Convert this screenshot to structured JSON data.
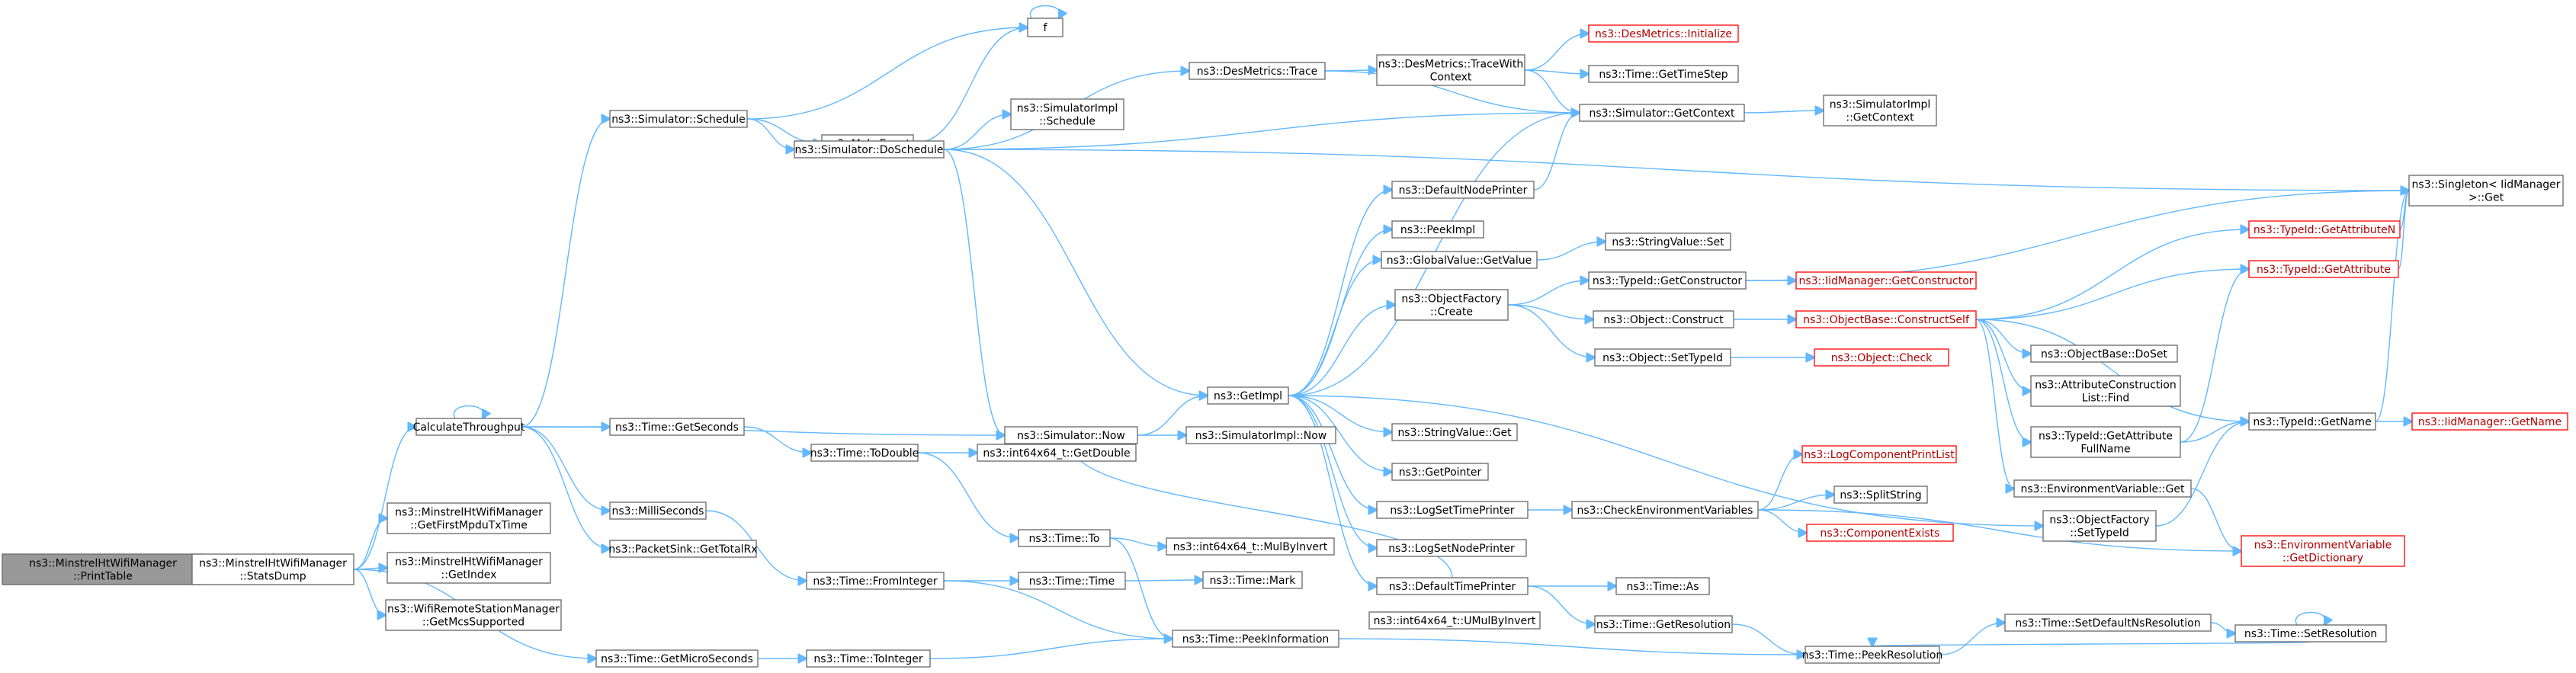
{
  "graph": {
    "nodes": [
      {
        "id": "PrintTable",
        "lines": [
          "ns3::MinstrelHtWifiManager",
          "::PrintTable"
        ],
        "root": true
      },
      {
        "id": "StatsDump",
        "lines": [
          "ns3::MinstrelHtWifiManager",
          "::StatsDump"
        ]
      },
      {
        "id": "CalcThroughput",
        "lines": [
          "CalculateThroughput"
        ]
      },
      {
        "id": "GetFirstMpdu",
        "lines": [
          "ns3::MinstrelHtWifiManager",
          "::GetFirstMpduTxTime"
        ]
      },
      {
        "id": "GetIndex",
        "lines": [
          "ns3::MinstrelHtWifiManager",
          "::GetIndex"
        ]
      },
      {
        "id": "GetMcsSupported",
        "lines": [
          "ns3::WifiRemoteStationManager",
          "::GetMcsSupported"
        ]
      },
      {
        "id": "GetMicroSeconds",
        "lines": [
          "ns3::Time::GetMicroSeconds"
        ]
      },
      {
        "id": "SimSchedule",
        "lines": [
          "ns3::Simulator::Schedule"
        ]
      },
      {
        "id": "TimeGetSeconds",
        "lines": [
          "ns3::Time::GetSeconds"
        ]
      },
      {
        "id": "MilliSeconds",
        "lines": [
          "ns3::MilliSeconds"
        ]
      },
      {
        "id": "GetTotalRx",
        "lines": [
          "ns3::PacketSink::GetTotalRx"
        ]
      },
      {
        "id": "ToInteger",
        "lines": [
          "ns3::Time::ToInteger"
        ]
      },
      {
        "id": "MakeEvent",
        "lines": [
          "ns3::MakeEvent"
        ]
      },
      {
        "id": "F",
        "lines": [
          "f"
        ]
      },
      {
        "id": "DoSchedule",
        "lines": [
          "ns3::Simulator::DoSchedule"
        ]
      },
      {
        "id": "ToDouble",
        "lines": [
          "ns3::Time::ToDouble"
        ]
      },
      {
        "id": "FromInteger",
        "lines": [
          "ns3::Time::FromInteger"
        ]
      },
      {
        "id": "SimNow",
        "lines": [
          "ns3::Simulator::Now"
        ]
      },
      {
        "id": "GetDouble",
        "lines": [
          "ns3::int64x64_t::GetDouble"
        ]
      },
      {
        "id": "TimeTo",
        "lines": [
          "ns3::Time::To"
        ]
      },
      {
        "id": "TimeTime",
        "lines": [
          "ns3::Time::Time"
        ]
      },
      {
        "id": "DesTrace",
        "lines": [
          "ns3::DesMetrics::Trace"
        ]
      },
      {
        "id": "ImplSchedule",
        "lines": [
          "ns3::SimulatorImpl",
          "::Schedule"
        ]
      },
      {
        "id": "GetImpl",
        "lines": [
          "ns3::GetImpl"
        ]
      },
      {
        "id": "ImplNow",
        "lines": [
          "ns3::SimulatorImpl::Now"
        ]
      },
      {
        "id": "MulByInvert",
        "lines": [
          "ns3::int64x64_t::MulByInvert"
        ]
      },
      {
        "id": "TimeMark",
        "lines": [
          "ns3::Time::Mark"
        ]
      },
      {
        "id": "UMulByInvert",
        "lines": [
          "ns3::int64x64_t::UMulByInvert"
        ]
      },
      {
        "id": "PeekInformation",
        "lines": [
          "ns3::Time::PeekInformation"
        ]
      },
      {
        "id": "TraceWithContext",
        "lines": [
          "ns3::DesMetrics::TraceWith",
          "Context"
        ]
      },
      {
        "id": "DefaultNodePrinter",
        "lines": [
          "ns3::DefaultNodePrinter"
        ]
      },
      {
        "id": "PeekImpl",
        "lines": [
          "ns3::PeekImpl"
        ]
      },
      {
        "id": "GlobalGetValue",
        "lines": [
          "ns3::GlobalValue::GetValue"
        ]
      },
      {
        "id": "ObjFactoryCreate",
        "lines": [
          "ns3::ObjectFactory",
          "::Create"
        ]
      },
      {
        "id": "StringValueGet",
        "lines": [
          "ns3::StringValue::Get"
        ]
      },
      {
        "id": "GetPointer",
        "lines": [
          "ns3::GetPointer"
        ]
      },
      {
        "id": "LogSetTimePrinter",
        "lines": [
          "ns3::LogSetTimePrinter"
        ]
      },
      {
        "id": "LogSetNodePrinter",
        "lines": [
          "ns3::LogSetNodePrinter"
        ]
      },
      {
        "id": "DefaultTimePrinter",
        "lines": [
          "ns3::DefaultTimePrinter"
        ]
      },
      {
        "id": "DesInitialize",
        "lines": [
          "ns3::DesMetrics::Initialize"
        ],
        "red": true
      },
      {
        "id": "GetTimeStep",
        "lines": [
          "ns3::Time::GetTimeStep"
        ]
      },
      {
        "id": "SimGetContext",
        "lines": [
          "ns3::Simulator::GetContext"
        ]
      },
      {
        "id": "StringValueSet",
        "lines": [
          "ns3::StringValue::Set"
        ]
      },
      {
        "id": "TypeIdGetConstructor",
        "lines": [
          "ns3::TypeId::GetConstructor"
        ]
      },
      {
        "id": "ObjectConstruct",
        "lines": [
          "ns3::Object::Construct"
        ]
      },
      {
        "id": "ObjectSetTypeId",
        "lines": [
          "ns3::Object::SetTypeId"
        ]
      },
      {
        "id": "CheckEnvVars",
        "lines": [
          "ns3::CheckEnvironmentVariables"
        ]
      },
      {
        "id": "TimeAs",
        "lines": [
          "ns3::Time::As"
        ]
      },
      {
        "id": "GetResolution",
        "lines": [
          "ns3::Time::GetResolution"
        ]
      },
      {
        "id": "PeekResolution",
        "lines": [
          "ns3::Time::PeekResolution"
        ]
      },
      {
        "id": "ImplGetContext",
        "lines": [
          "ns3::SimulatorImpl",
          "::GetContext"
        ]
      },
      {
        "id": "IidGetConstructor",
        "lines": [
          "ns3::IidManager::GetConstructor"
        ],
        "red": true
      },
      {
        "id": "ConstructSelf",
        "lines": [
          "ns3::ObjectBase::ConstructSelf"
        ],
        "red": true
      },
      {
        "id": "ObjectCheck",
        "lines": [
          "ns3::Object::Check"
        ],
        "red": true
      },
      {
        "id": "LogCompPrintList",
        "lines": [
          "ns3::LogComponentPrintList"
        ],
        "red": true
      },
      {
        "id": "SplitString",
        "lines": [
          "ns3::SplitString"
        ]
      },
      {
        "id": "ComponentExists",
        "lines": [
          "ns3::ComponentExists"
        ],
        "red": true
      },
      {
        "id": "SetDefaultNsRes",
        "lines": [
          "ns3::Time::SetDefaultNsResolution"
        ]
      },
      {
        "id": "ObjBaseDoSet",
        "lines": [
          "ns3::ObjectBase::DoSet"
        ]
      },
      {
        "id": "AttrConstrFind",
        "lines": [
          "ns3::AttributeConstruction",
          "List::Find"
        ]
      },
      {
        "id": "TypeIdGetAttrFullName",
        "lines": [
          "ns3::TypeId::GetAttribute",
          "FullName"
        ]
      },
      {
        "id": "EnvVarGet",
        "lines": [
          "ns3::EnvironmentVariable::Get"
        ]
      },
      {
        "id": "ObjFactorySetTypeId",
        "lines": [
          "ns3::ObjectFactory",
          "::SetTypeId"
        ]
      },
      {
        "id": "TypeIdGetName",
        "lines": [
          "ns3::TypeId::GetName"
        ]
      },
      {
        "id": "SetResolution",
        "lines": [
          "ns3::Time::SetResolution"
        ]
      },
      {
        "id": "TypeIdGetAttrN",
        "lines": [
          "ns3::TypeId::GetAttributeN"
        ],
        "red": true
      },
      {
        "id": "TypeIdGetAttr",
        "lines": [
          "ns3::TypeId::GetAttribute"
        ],
        "red": true
      },
      {
        "id": "EnvVarGetDict",
        "lines": [
          "ns3::EnvironmentVariable",
          "::GetDictionary"
        ],
        "red": true
      },
      {
        "id": "SingletonGet",
        "lines": [
          "ns3::Singleton< IidManager",
          ">::Get"
        ]
      },
      {
        "id": "IidGetName",
        "lines": [
          "ns3::IidManager::GetName"
        ],
        "red": true
      }
    ]
  }
}
